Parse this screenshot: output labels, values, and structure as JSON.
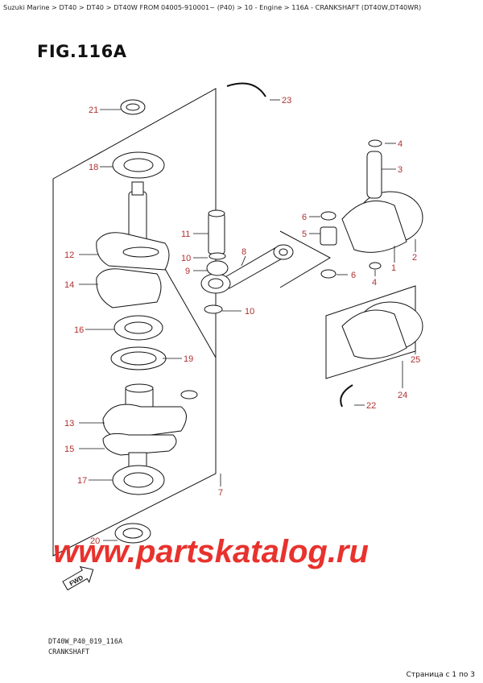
{
  "breadcrumb": "Suzuki Marine > DT40 > DT40 > DT40W FROM 04005-910001~ (P40) > 10 - Engine > 116A - CRANKSHAFT (DT40W,DT40WR)",
  "figure_title": "FIG.116A",
  "figure_code": "DT40W_P40_019_116A",
  "figure_name": "CRANKSHAFT",
  "page_info": "Страница с 1 по 3",
  "watermark": "www.partskatalog.ru",
  "fwd_label": "FWD",
  "colors": {
    "callout": "#b03030",
    "line": "#111111",
    "watermark": "#e8322d"
  },
  "callouts": {
    "c1": "1",
    "c2": "2",
    "c3": "3",
    "c4a": "4",
    "c4b": "4",
    "c5": "5",
    "c6a": "6",
    "c6b": "6",
    "c7": "7",
    "c8": "8",
    "c9": "9",
    "c10a": "10",
    "c10b": "10",
    "c11": "11",
    "c12": "12",
    "c13": "13",
    "c14": "14",
    "c15": "15",
    "c16": "16",
    "c17": "17",
    "c18": "18",
    "c19": "19",
    "c20": "20",
    "c21": "21",
    "c22": "22",
    "c23": "23",
    "c24": "24",
    "c25": "25"
  }
}
